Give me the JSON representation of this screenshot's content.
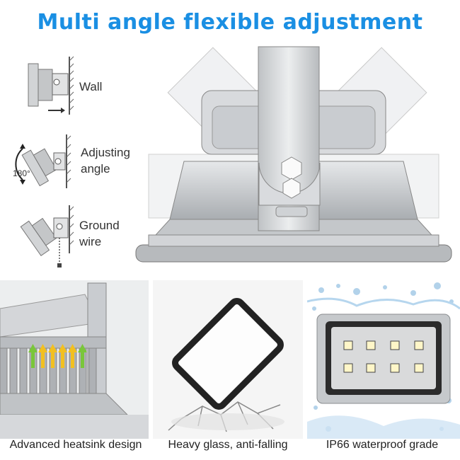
{
  "title": "Multi angle flexible adjustment",
  "modes": [
    {
      "label_lines": [
        "Wall"
      ],
      "icon": "wall-mount-icon"
    },
    {
      "label_lines": [
        "Adjusting",
        "angle"
      ],
      "icon": "adjusting-angle-icon",
      "degree": "180°"
    },
    {
      "label_lines": [
        "Ground",
        "wire"
      ],
      "icon": "ground-wire-icon"
    }
  ],
  "features": [
    {
      "caption": "Advanced heatsink design",
      "icon": "heatsink-image"
    },
    {
      "caption": "Heavy glass, anti-falling",
      "icon": "glass-image"
    },
    {
      "caption": "IP66 waterproof grade",
      "icon": "waterproof-floodlight-image"
    }
  ],
  "colors": {
    "title": "#1a8fe3",
    "housing": "#c8cacc",
    "heat_arrow": "#f2c020",
    "led": "#fff6c8"
  }
}
